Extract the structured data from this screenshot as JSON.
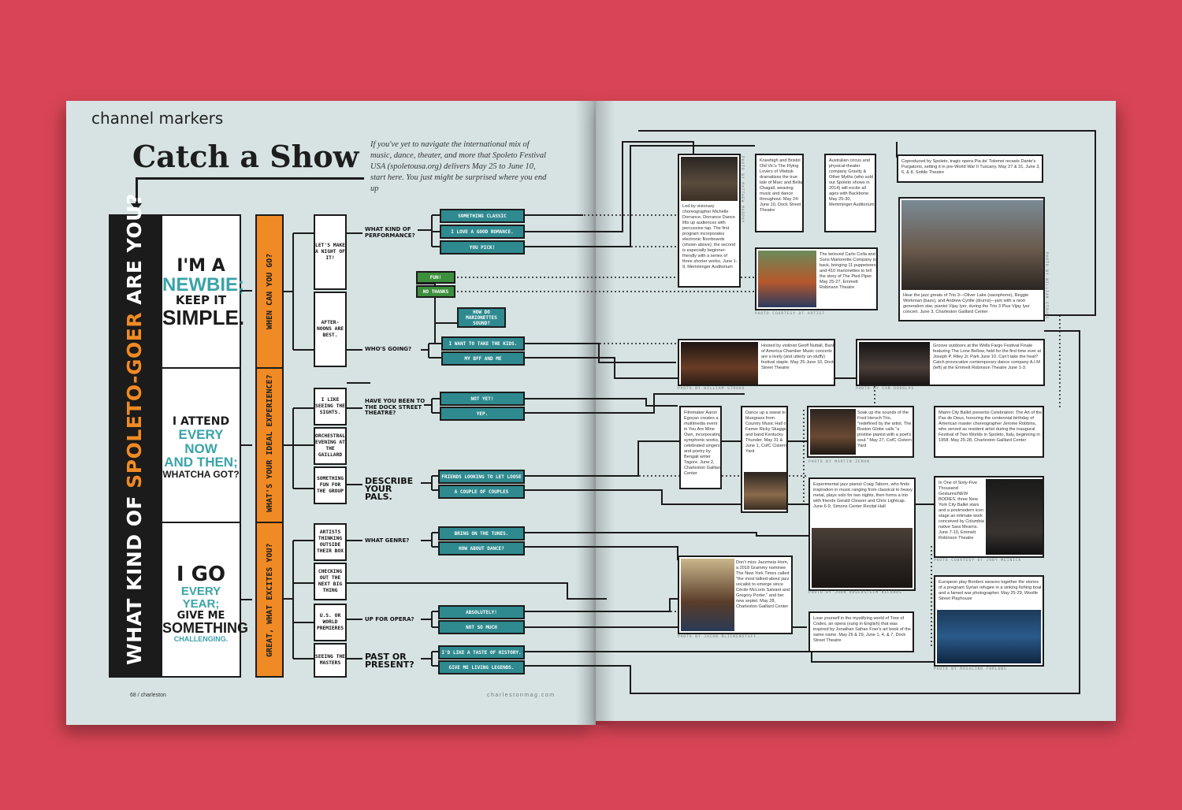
{
  "colors": {
    "background": "#d94556",
    "page": "#d7e3e3",
    "orange": "#f08a24",
    "teal": "#2f8a90",
    "green": "#3d8f3d",
    "ink": "#1b1b1b"
  },
  "header": {
    "section": "channel markers",
    "title": "Catch a Show",
    "intro": "If you've yet to navigate the international mix of music, dance, theater, and more that Spoleto Festival USA (spoletousa.org) delivers May 25 to June 10, start here. You just might be surprised where you end up"
  },
  "main_question": {
    "prefix": "WHAT KIND OF ",
    "highlight": "SPOLETO-GOER",
    "suffix": " ARE YOU?"
  },
  "levels": [
    {
      "line1": "I'M A",
      "line2": "NEWBIE;",
      "line3": "KEEP IT",
      "line4": "SIMPLE."
    },
    {
      "line1": "I ATTEND",
      "line2": "EVERY NOW",
      "line3": "AND THEN;",
      "line4": "WHATCHA GOT?"
    },
    {
      "line1": "I GO",
      "line2": "EVERY YEAR;",
      "line3": "GIVE ME",
      "line4": "SOMETHING",
      "line5": "CHALLENGING."
    }
  ],
  "orange_questions": [
    "WHEN CAN YOU GO?",
    "WHAT'S YOUR IDEAL EXPERIENCE?",
    "GREAT, WHAT EXCITES YOU?"
  ],
  "options": [
    "LET'S MAKE A NIGHT OF IT!",
    "AFTER-NOONS ARE BEST.",
    "I LIKE SEEING THE SIGHTS.",
    "ORCHESTRAL EVENING AT THE GAILLARD",
    "SOMETHING FUN FOR THE GROUP",
    "ARTISTS THINKING OUTSIDE THEIR BOX",
    "CHECKING OUT THE NEXT BIG THING",
    "U.S. OR WORLD PREMIERES",
    "SEEING THE MASTERS"
  ],
  "questions": [
    "WHAT KIND OF PERFORMANCE?",
    "WHO'S GOING?",
    "HAVE YOU BEEN TO THE DOCK STREET THEATRE?",
    "DESCRIBE YOUR PALS.",
    "WHAT GENRE?",
    "UP FOR OPERA?",
    "PAST OR PRESENT?"
  ],
  "answers": [
    "SOMETHING CLASSIC",
    "I LOVE A GOOD ROMANCE.",
    "YOU PICK!",
    "FUN!",
    "NO THANKS",
    "HOW DO MARIONETTES SOUND?",
    "I WANT TO TAKE THE KIDS.",
    "MY BFF AND ME",
    "NOT YET!",
    "YEP.",
    "FRIENDS LOOKING TO LET LOOSE",
    "A COUPLE OF COUPLES",
    "BRING ON THE TUNES.",
    "HOW ABOUT DANCE?",
    "ABSOLUTELY!",
    "NOT SO MUCH",
    "I'D LIKE A TASTE OF HISTORY.",
    "GIVE ME LIVING LEGENDS."
  ],
  "cards": {
    "dorrance": "Led by visionary choreographer Michelle Dorrance, Dorrance Dance lifts up audiences with percussive tap. The first program incorporates electronic floorboards (shown above); the second is especially beginner-friendly with a series of three shorter works. June 1-9, Memminger Auditorium",
    "vitebsk": "Kneehigh and Bristol Old Vic's The Flying Lovers of Vitebsk dramatizes the true tale of Marc and Bella Chagall, weaving music and dance throughout. May 24-June 10, Dock Street Theatre",
    "backbone": "Australian circus and physical-theater company Gravity & Other Myths (who sold out Spoleto shows in 2014) will excite all ages with Backbone. May 25-30, Memminger Auditorium",
    "pia": "Coproduced by Spoleto, tragic opera Pia de' Tolomei recasts Dante's Purgatorio, setting it in pre-World War II Tuscany. May 27 & 31, June 3, 6, & 8, Sottile Theatre",
    "colla": "The beloved Carlo Colla and Sons Marionette Company is back, bringing 11 puppeteers and 410 marionettes to tell the story of The Pied Piper. May 25-27, Emmett Robinson Theatre",
    "trio3": "Hear the jazz greats of Trio 3—Oliver Lake (saxophone), Reggie Workman (bass), and Andrew Cyrille (drums)—jam with a next-generation star, pianist Vijay Iyer, during the Trio 3 Plus Vijay Iyer concert. June 3, Charleston Gaillard Center",
    "chamber": "Hosted by violinist Geoff Nuttall, Bank of America Chamber Music concerts are a lively (and utterly un-stuffy) festival staple. May 25-June 10, Dock Street Theatre",
    "wells": "Groove outdoors at the Wells Fargo Festival Finale featuring The Lone Bellow, held for the first time ever at Joseph P. Riley Jr. Park June 10. Can't take the heat? Catch provocative contemporary dance company A.I.M (left) at the Emmett Robinson Theatre June 1-3.",
    "mine": "Filmmaker Aaron Egoyan creates a multimedia event in You Are Mine Own, incorporating symphonic works, celebrated singers, and poetry by Bengali writer Tagore. June 2, Charleston Gaillard Center",
    "skaggs": "Dance up a sweat to bluegrass from Country Music Hall of Famer Ricky Skaggs and band Kentucky Thunder. May 31 & June 1, CofC Cistern Yard",
    "hersch": "Soak up the sounds of the Fred Hersch Trio, \"redefined by the artist. The Boston Globe calls \"a pristine pianist with a poet's soul.\" May 27, CofC Cistern Yard",
    "miami": "Miami City Ballet presents Celebration: The Art of the Pas de Deux, honoring the centennial birthday of American master choreographer Jerome Robbins, who served as resident artist during the inaugural Festival of Two Worlds in Spoleto, Italy, beginning in 1958. May 25-28, Charleston Gaillard Center",
    "taborn": "Experimental jazz pianist Craig Taborn, who finds inspiration in music ranging from classical to heavy metal, plays solo for two nights, then forms a trio with friends Gerald Cleaver and Chris Lightcap. June 6-9, Simons Center Recital Hall",
    "sixty": "In One of Sixty-Five Thousand Gestures/NEW BODIES, three New York City Ballet stars and a postmodern icon stage an intimate work conceived by Columbia native Sara Mearns. June 7-10, Emmett Robinson Theatre",
    "horn": "Don't miss Jazzmeia Horn, a 2018 Grammy nominee The New York Times called \"the most talked-about jazz vocalist to emerge since Cécile McLorin Salvant and Gregory Porter,\" and her new septet. May 28, Charleston Gaillard Center",
    "codes": "Lose yourself in the mystifying world of Tree of Codes, an opera (sung in English) that was inspired by Jonathan Safran Foer's art book of the same name. May 26 & 29, June 1, 4, & 7, Dock Street Theatre",
    "borders": "Europeon play Borders weaves together the stories of a pregnant Syrian refugee in a sinking fishing boat and a famed war photographer. May 25-29, Woolfe Street Playhouse"
  },
  "credits": [
    "PHOTO BY MATTHEW MURPHY",
    "PHOTO COURTESY OF ARTIST",
    "PHOTO BY WILLIAM STRUHS",
    "PHOTO BY IAN DOUGLAS",
    "PHOTO BY MARTIN ZEMAN",
    "PHOTO BY JOHN ROGERS/ECM RECORDS",
    "PHOTO BY JACOB BLICKENSTAFF",
    "PHOTO COURTESY OF JOBY MEINICK",
    "PHOTO BY ROSALIND FURLONG",
    "PHOTO BY WILLIAM STRUHS"
  ],
  "folio": {
    "left": "68 / charleston",
    "center": "charlestonmag.com"
  }
}
